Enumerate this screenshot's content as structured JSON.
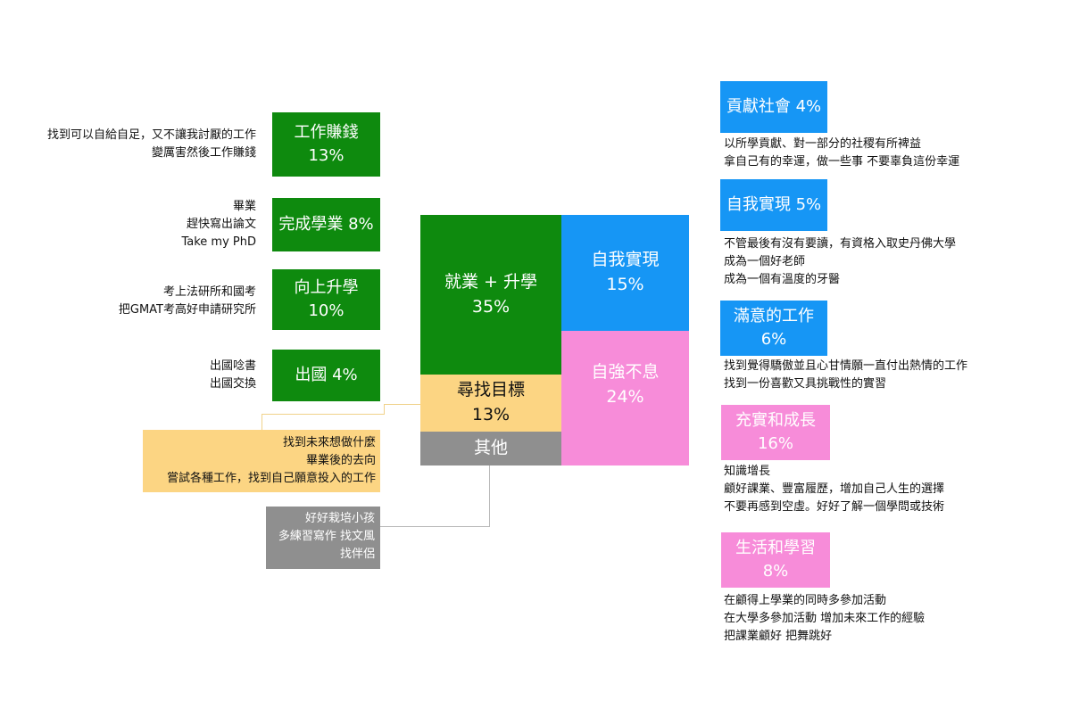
{
  "center": {
    "employment": {
      "label": "就業 + 升學",
      "value": "35%"
    },
    "self_realization": {
      "label": "自我實現",
      "value": "15%"
    },
    "self_strengthen": {
      "label": "自強不息",
      "value": "24%"
    },
    "find_goal": {
      "label": "尋找目標",
      "value": "13%"
    },
    "other": {
      "label": "其他"
    }
  },
  "left_boxes": [
    {
      "label": "工作賺錢",
      "value": "13%",
      "desc": [
        "找到可以自給自足，又不讓我討厭的工作",
        "變厲害然後工作賺錢"
      ]
    },
    {
      "label": "完成學業 8%",
      "desc": [
        "畢業",
        "趕快寫出論文",
        "Take my PhD"
      ]
    },
    {
      "label": "向上升學",
      "value": "10%",
      "desc": [
        "考上法研所和國考",
        "把GMAT考高好申請研究所"
      ]
    },
    {
      "label": "出國 4%",
      "desc": [
        "出國唸書",
        "出國交換"
      ]
    }
  ],
  "find_goal_detail": [
    "找到未來想做什麼",
    "畢業後的去向",
    "嘗試各種工作，找到自己願意投入的工作"
  ],
  "other_detail": [
    "好好栽培小孩",
    "多練習寫作 找文風",
    "找伴侶"
  ],
  "right_boxes": [
    {
      "label": "貢獻社會 4%",
      "desc": [
        "以所學貢獻、對一部分的社稷有所裨益",
        "拿自己有的幸運，做一些事 不要辜負這份幸運"
      ]
    },
    {
      "label": "自我實現 5%",
      "desc": [
        "不管最後有沒有要讀，有資格入取史丹佛大學",
        "成為一個好老師",
        "成為一個有溫度的牙醫"
      ]
    },
    {
      "label": "滿意的工作",
      "value": "6%",
      "desc": [
        "找到覺得驕傲並且心甘情願一直付出熱情的工作",
        "找到一份喜歡又具挑戰性的實習"
      ]
    },
    {
      "label": "充實和成長",
      "value": "16%",
      "desc": [
        "知識增長",
        "顧好課業、豐富履歷，增加自己人生的選擇",
        "不要再感到空虛。好好了解一個學問或技術"
      ]
    },
    {
      "label": "生活和學習",
      "value": "8%",
      "desc": [
        "在顧得上學業的同時多參加活動",
        "在大學多參加活動 增加未來工作的經驗",
        "把課業顧好 把舞跳好"
      ]
    }
  ],
  "colors": {
    "green": "#0e8a0e",
    "blue": "#1696f5",
    "pink": "#f78cd9",
    "yellow": "#fcd583",
    "gray": "#8f8f8f"
  }
}
